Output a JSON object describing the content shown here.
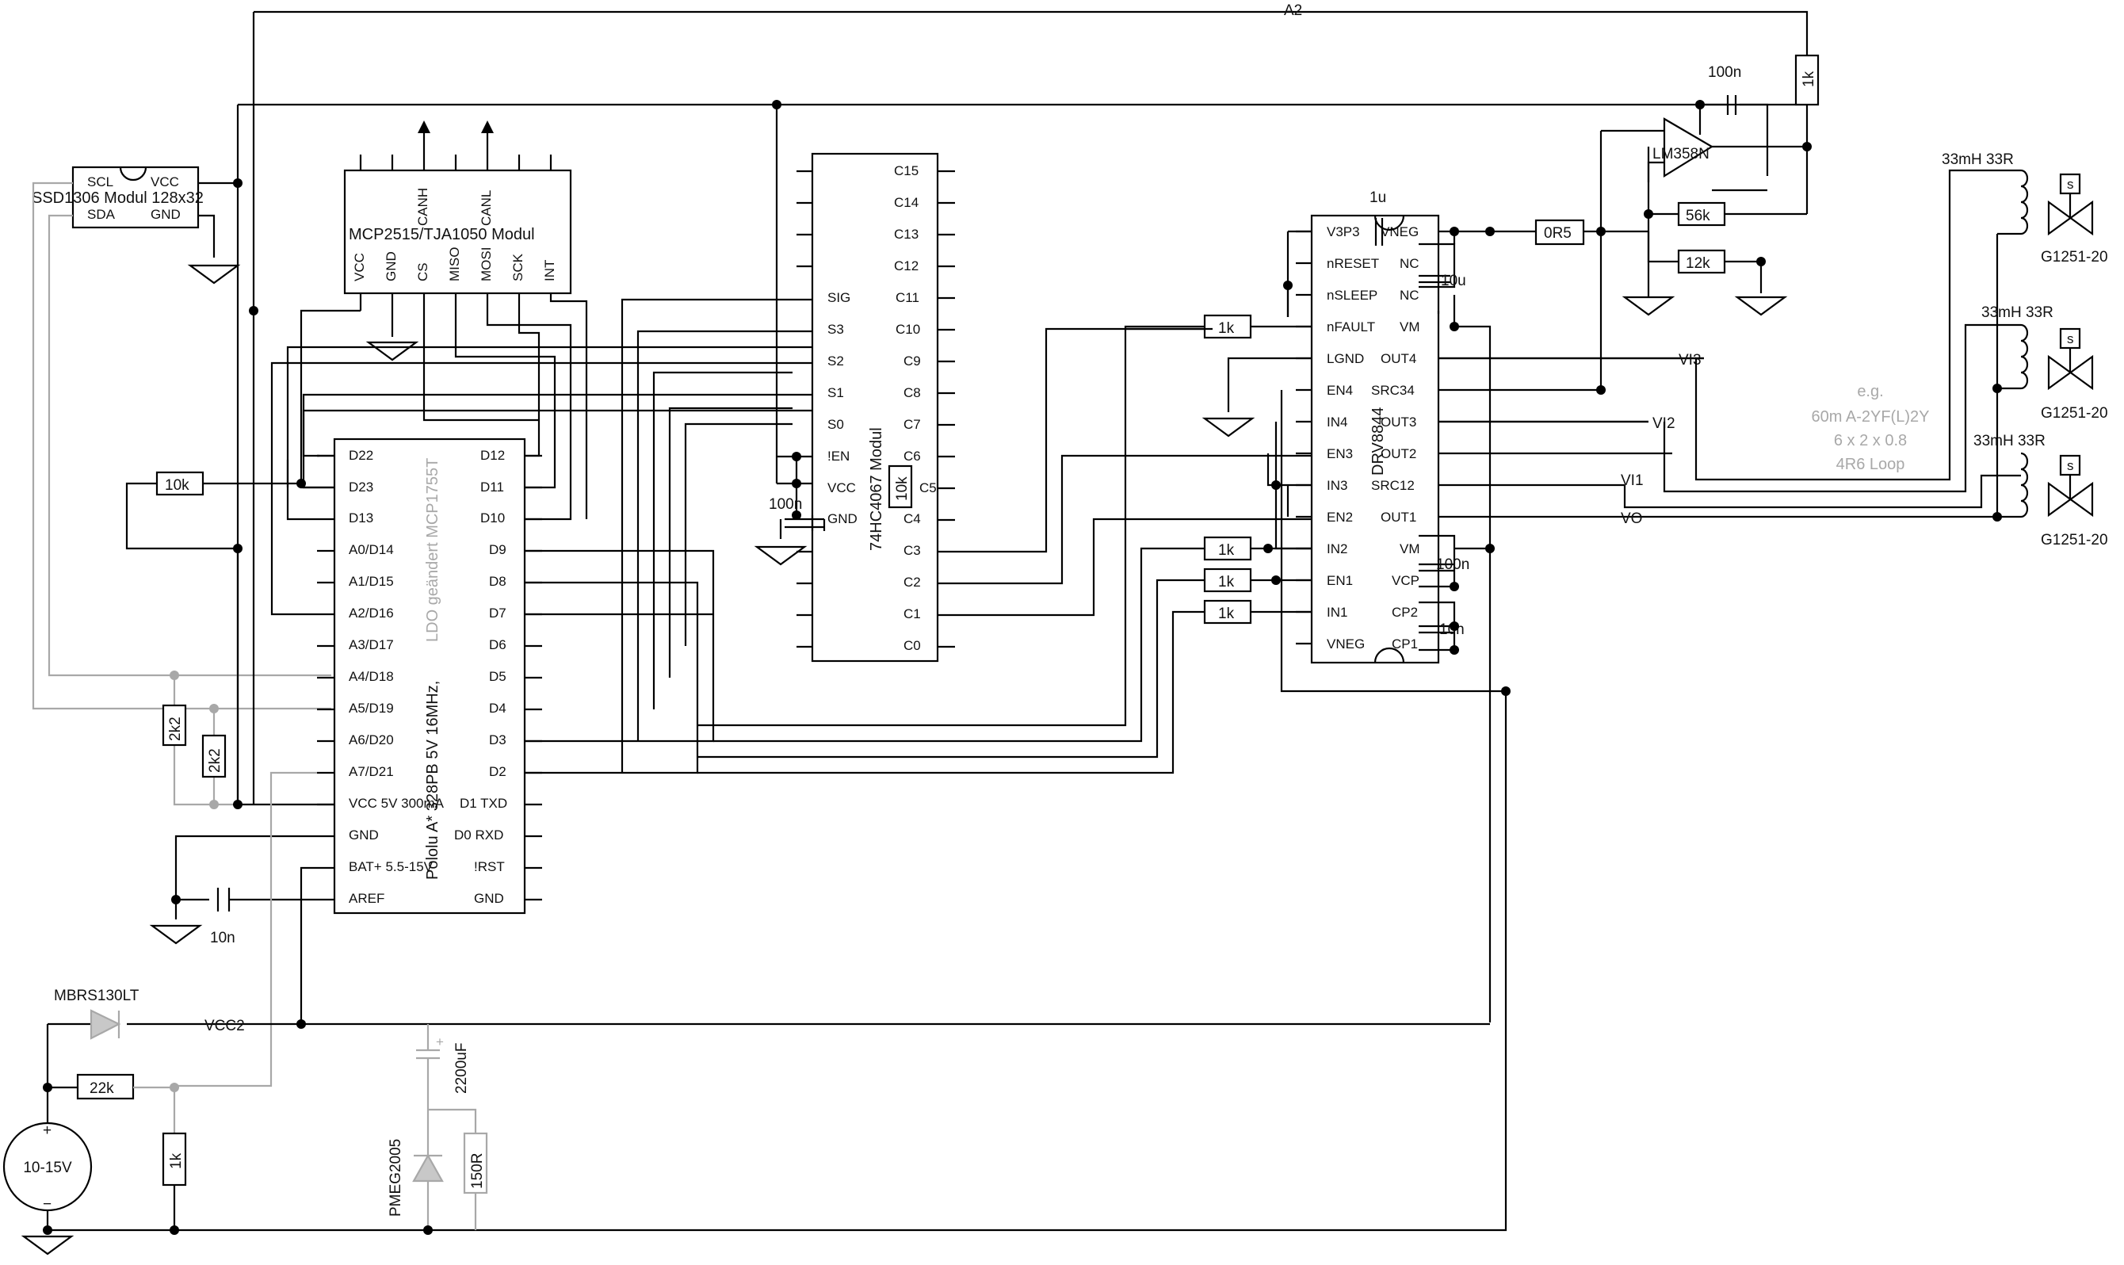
{
  "modules": {
    "ssd1306": {
      "label": "SSD1306 Modul 128x32",
      "pins": [
        "SCL",
        "VCC",
        "SDA",
        "GND"
      ]
    },
    "mcp2515": {
      "label": "MCP2515/TJA1050 Modul",
      "pins": [
        "VCC",
        "GND",
        "CS",
        "MISO",
        "MOSI",
        "SCK",
        "INT"
      ],
      "bus_pins": [
        "CANH",
        "CANL"
      ]
    },
    "mux": {
      "label": "74HC4067 Modul",
      "left_pins": [
        "SIG",
        "S3",
        "S2",
        "S1",
        "S0",
        "!EN",
        "VCC",
        "GND"
      ],
      "right_pins": [
        "C15",
        "C14",
        "C13",
        "C12",
        "C11",
        "C10",
        "C9",
        "C8",
        "C7",
        "C6",
        "C5",
        "C4",
        "C3",
        "C2",
        "C1",
        "C0"
      ]
    },
    "pololu": {
      "label": "Pololu A* 328PB 5V 16MHz,",
      "note": "LDO geändert MCP1755T",
      "left_pins": [
        "D22",
        "D23",
        "D13",
        "A0/D14",
        "A1/D15",
        "A2/D16",
        "A3/D17",
        "A4/D18",
        "A5/D19",
        "A6/D20",
        "A7/D21",
        "VCC 5V 300mA",
        "GND",
        "BAT+ 5.5-15V",
        "AREF"
      ],
      "right_pins": [
        "D12",
        "D11",
        "D10",
        "D9",
        "D8",
        "D7",
        "D6",
        "D5",
        "D4",
        "D3",
        "D2",
        "D1 TXD",
        "D0 RXD",
        "!RST",
        "GND"
      ]
    },
    "drv": {
      "label": "DRV8844",
      "left_pins": [
        "V3P3",
        "nRESET",
        "nSLEEP",
        "nFAULT",
        "LGND",
        "EN4",
        "IN4",
        "EN3",
        "IN3",
        "EN2",
        "IN2",
        "EN1",
        "IN1",
        "VNEG"
      ],
      "right_pins": [
        "VNEG",
        "NC",
        "NC",
        "VM",
        "OUT4",
        "SRC34",
        "OUT3",
        "OUT2",
        "SRC12",
        "OUT1",
        "VM",
        "VCP",
        "CP2",
        "CP1"
      ]
    },
    "opamp": {
      "label": "LM358N"
    }
  },
  "components": {
    "r_1k_a2": "1k",
    "c_100n_opamp": "100n",
    "r_56k": "56k",
    "r_12k": "12k",
    "r_0r5": "0R5",
    "c_1u": "1u",
    "c_10u": "10u",
    "c_100n_vcp": "100n",
    "c_10n_cp": "10n",
    "r_1k_fault": "1k",
    "r_1k_in2": "1k",
    "r_1k_en1": "1k",
    "r_1k_in1": "1k",
    "r_10k_mux": "10k",
    "c_100n_mux": "100n",
    "r_10k_d23": "10k",
    "r_2k2_a": "2k2",
    "r_2k2_b": "2k2",
    "c_10n_aref": "10n",
    "diode_mbrs": "MBRS130LT",
    "r_22k": "22k",
    "r_1k_div": "1k",
    "supply": "10-15V",
    "supply_plus": "+",
    "supply_minus": "−",
    "c_2200": "2200uF",
    "c_2200_plus": "+",
    "diode_pmeg": "PMEG2005",
    "r_150r": "150R",
    "coil1": "33mH 33R",
    "coil2": "33mH 33R",
    "coil3": "33mH 33R",
    "valve1": "G1251-20",
    "valve2": "G1251-20",
    "valve3": "G1251-20",
    "valve_mark": "s"
  },
  "nets": {
    "a2": "A2",
    "vcc2": "VCC2",
    "vi3": "VI3",
    "vi2": "VI2",
    "vi1": "VI1",
    "vo": "VO"
  },
  "cable_note": [
    "e.g.",
    "60m A-2YF(L)2Y",
    "6 x 2 x 0.8",
    "4R6 Loop"
  ]
}
